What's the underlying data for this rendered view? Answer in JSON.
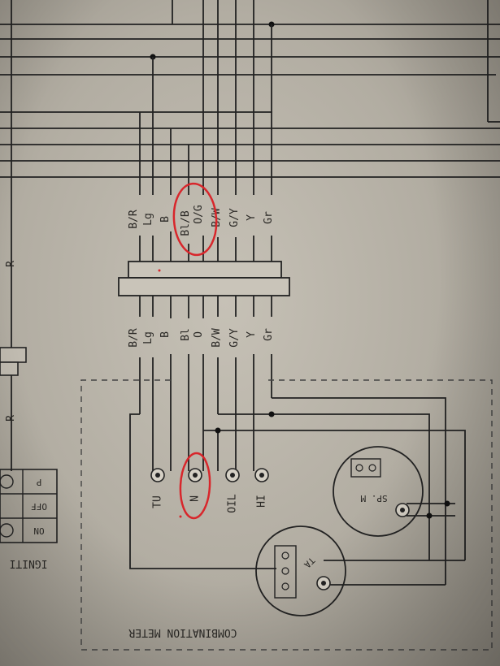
{
  "connector_top_labels": [
    "B/R",
    "Lg",
    "B",
    "Bl/B",
    "O/G",
    "B/W",
    "G/Y",
    "Y",
    "Gr"
  ],
  "connector_bottom_labels": [
    "B/R",
    "Lg",
    "B",
    "Bl",
    "O",
    "B/W",
    "G/Y",
    "Y",
    "Gr"
  ],
  "left_wire_labels": [
    "R",
    "R"
  ],
  "indicators": [
    "TU",
    "N",
    "OIL",
    "HI"
  ],
  "ignition": {
    "title": "IGNITI",
    "positions": [
      "P",
      "OFF",
      "ON"
    ]
  },
  "speed_sensor_label": "SP. M",
  "tachometer_label": "TA",
  "meter_title": "COMBINATION METER",
  "highlight_color": "#d8262b"
}
